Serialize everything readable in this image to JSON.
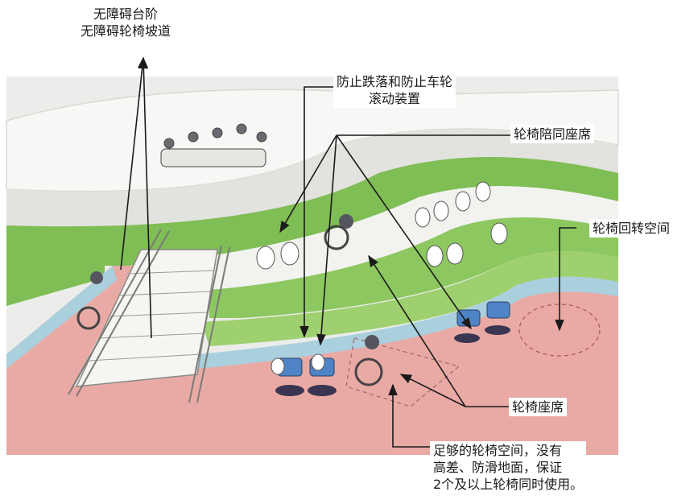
{
  "labels": {
    "steps_ramp": {
      "line1": "无障碍台阶",
      "line2": "无障碍轮椅坡道"
    },
    "anti_fall": {
      "line1": "防止跌落和防止车轮",
      "line2": "滚动装置"
    },
    "companion_seat": "轮椅陪同座席",
    "turning_space": "轮椅回转空间",
    "wheelchair_seat": "轮椅座席",
    "sufficient_space": {
      "line1": "足够的轮椅空间，没有",
      "line2": "高差、防滑地面，保证",
      "line3": "2个及以上轮椅同时使用。"
    }
  },
  "colors": {
    "floor": "#e9aaa6",
    "grass": "#7fbd55",
    "railing": "#9fd6e6",
    "stands": "#f1f1ef",
    "arrow": "#1a1a1a"
  }
}
